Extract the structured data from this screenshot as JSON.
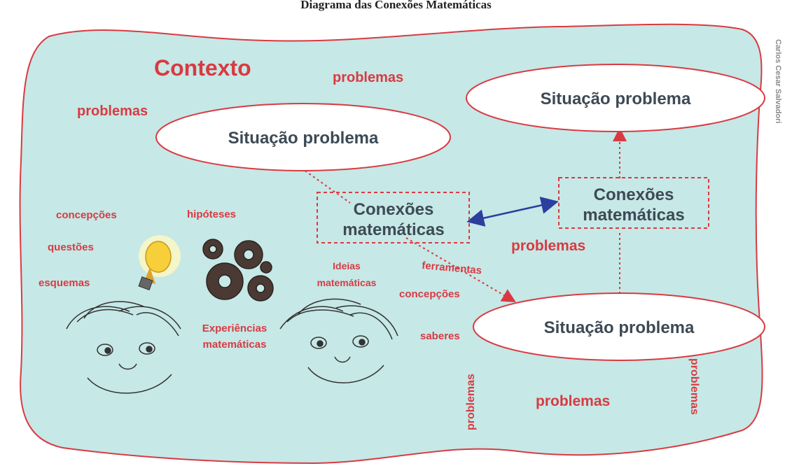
{
  "header_caption": "Diagrama das Conexões Matemáticas",
  "context_title": "Contexto",
  "problems_label": "problemas",
  "situation_label": "Situação problema",
  "connections_line1": "Conexões",
  "connections_line2": "matemáticas",
  "left_words": [
    "concepções",
    "questões",
    "esquemas",
    "hipóteses"
  ],
  "experiences_line1": "Experiências",
  "experiences_line2": "matemáticas",
  "ideas_line1": "Ideias",
  "ideas_line2": "matemáticas",
  "middle_words": [
    "ferramentas",
    "concepções",
    "saberes"
  ],
  "credit": "Carlos Cesar Salvadori",
  "colors": {
    "background": "#c6e8e6",
    "border": "#d93a42",
    "arrow_blue": "#2b3f9e",
    "text_dark": "#3d4a55"
  }
}
